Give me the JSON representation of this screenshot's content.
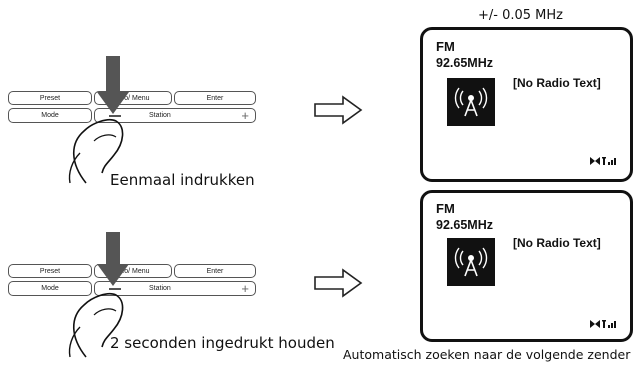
{
  "top_note": "+/- 0.05 MHz",
  "bottom_note": "Automatisch zoeken naar de volgende zender",
  "panels": [
    {
      "buttons": {
        "preset": "Preset",
        "info_menu": "Info/ Menu",
        "enter": "Enter",
        "mode": "Mode",
        "station": "Station"
      },
      "caption": "Eenmaal indrukken"
    },
    {
      "buttons": {
        "preset": "Preset",
        "info_menu": "Info/ Menu",
        "enter": "Enter",
        "mode": "Mode",
        "station": "Station"
      },
      "caption": "2 seconden ingedrukt houden"
    }
  ],
  "screens": [
    {
      "band": "FM",
      "frequency": "92.65MHz",
      "radio_text": "[No Radio Text]"
    },
    {
      "band": "FM",
      "frequency": "92.65MHz",
      "radio_text": "[No Radio Text]"
    }
  ]
}
